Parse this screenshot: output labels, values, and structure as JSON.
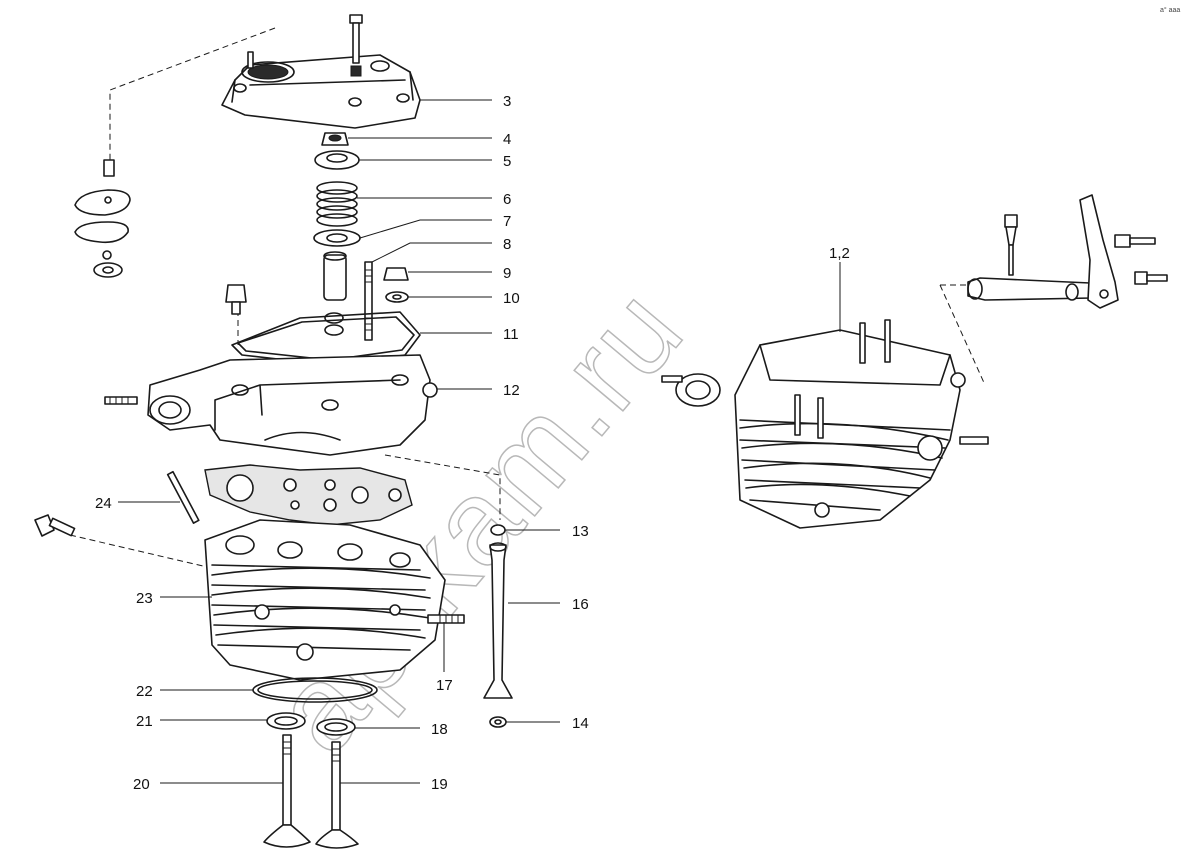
{
  "watermark": "ap-kam.ru",
  "corner_mark": "a° aaa",
  "callouts": [
    {
      "id": "c1",
      "label": "1,2"
    },
    {
      "id": "c3",
      "label": "3"
    },
    {
      "id": "c4",
      "label": "4"
    },
    {
      "id": "c5",
      "label": "5"
    },
    {
      "id": "c6",
      "label": "6"
    },
    {
      "id": "c7",
      "label": "7"
    },
    {
      "id": "c8",
      "label": "8"
    },
    {
      "id": "c9",
      "label": "9"
    },
    {
      "id": "c10",
      "label": "10"
    },
    {
      "id": "c11",
      "label": "11"
    },
    {
      "id": "c12",
      "label": "12"
    },
    {
      "id": "c13",
      "label": "13"
    },
    {
      "id": "c14",
      "label": "14"
    },
    {
      "id": "c16",
      "label": "16"
    },
    {
      "id": "c17",
      "label": "17"
    },
    {
      "id": "c18",
      "label": "18"
    },
    {
      "id": "c19",
      "label": "19"
    },
    {
      "id": "c20",
      "label": "20"
    },
    {
      "id": "c21",
      "label": "21"
    },
    {
      "id": "c22",
      "label": "22"
    },
    {
      "id": "c23",
      "label": "23"
    },
    {
      "id": "c24",
      "label": "24"
    }
  ]
}
